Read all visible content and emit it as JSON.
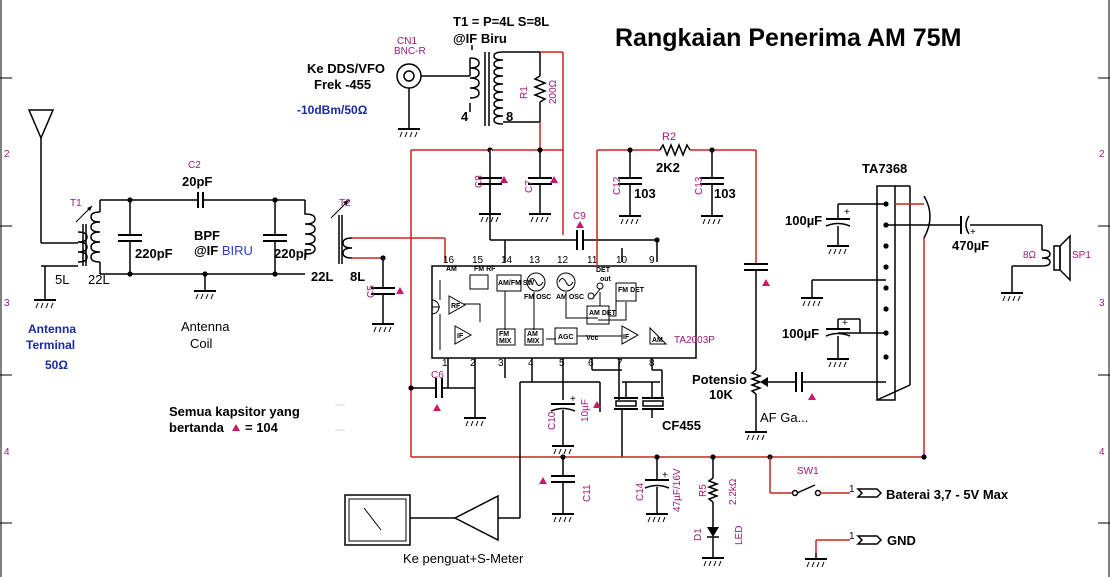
{
  "title": "Rangkaian Penerima AM 75M",
  "grid": {
    "left": [
      "2",
      "3",
      "4"
    ],
    "right": [
      "2",
      "3",
      "4"
    ]
  },
  "input": {
    "connector_ref": "CN1",
    "connector_type": "BNC-R",
    "line1": "Ke DDS/VFO",
    "line2": "Frek -455",
    "level": "-10dBm/50Ω"
  },
  "t1": {
    "spec": "T1 = P=4L  S=8L",
    "spec_sub": "@IF Biru",
    "pri_turns": "4",
    "sec_turns": "8",
    "ref_antenna": "T1",
    "ref_bpf": "T2"
  },
  "r1": {
    "ref": "R1",
    "value": "200Ω"
  },
  "antenna": {
    "primary": "5L",
    "secondary": "22L",
    "terminal_line1": "Antenna",
    "terminal_line2": "Terminal",
    "terminal_imp": "50Ω",
    "coil_line1": "Antenna",
    "coil_line2": "Coil"
  },
  "bpf": {
    "c2_ref": "C2",
    "c2_value": "20pF",
    "cap_left": "220pF",
    "cap_right": "220pF",
    "label": "BPF",
    "sub_prefix": "@IF ",
    "sub_color": "BIRU",
    "t2_primary": "22L",
    "t2_secondary": "8L"
  },
  "caps": {
    "c5": "C5",
    "c6": "C6",
    "c7": "C7",
    "c8": "C8",
    "c9": "C9",
    "c10": "C10",
    "c10_value": "10µF",
    "c11": "C11",
    "c12": "C12",
    "c12_value": "103",
    "c13": "C13",
    "c13_value": "103",
    "c14": "C14",
    "c14_value": "47µF/16V"
  },
  "r2": {
    "ref": "R2",
    "value": "2K2"
  },
  "r5": {
    "ref": "R5",
    "value": "2.2kΩ"
  },
  "ic1": {
    "ref": "TA2003P",
    "pins_top": [
      "16",
      "15",
      "14",
      "13",
      "12",
      "11",
      "10",
      "9"
    ],
    "pins_bottom": [
      "1",
      "2",
      "3",
      "4",
      "5",
      "6",
      "7",
      "8"
    ],
    "blocks": {
      "am": "AM",
      "fm": "FM",
      "rf": "RF",
      "am_fm_sw": "AM/FM SW",
      "if": "IF",
      "mix": "MIX",
      "am_mix": "AM MIX",
      "fm_mix": "FM MIX",
      "agc": "AGC",
      "osc": "OSC",
      "am_osc": "AM OSC",
      "det": "DET",
      "out": "out",
      "fm_det": "FM DET",
      "am_det": "AM DET",
      "vcc": "Vcc"
    }
  },
  "ic2": {
    "ref": "TA7368",
    "cap_in": "100µF",
    "cap_out": "470µF",
    "cap_bypass": "100µF"
  },
  "speaker": {
    "imp": "8Ω",
    "ref": "SP1"
  },
  "pot": {
    "line1": "Potensio",
    "line2": "10K",
    "function": "AF Ga..."
  },
  "filter": {
    "ref": "CF455"
  },
  "note": {
    "line1": "Semua kapsitor yang",
    "line2_prefix": "bertanda",
    "line2_suffix": "= 104"
  },
  "meter": {
    "label": "Ke penguat+S-Meter"
  },
  "power": {
    "switch_ref": "SW1",
    "battery_pin": "1",
    "battery_label": "Baterai 3,7 - 5V Max",
    "gnd_pin": "1",
    "gnd_label": "GND",
    "led_ref": "D1",
    "led_label": "LED"
  }
}
